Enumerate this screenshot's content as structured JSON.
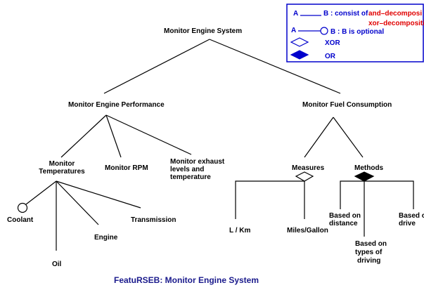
{
  "diagram": {
    "root": "Monitor Engine System",
    "performance": "Monitor Engine Performance",
    "fuel": "Monitor Fuel Consumption",
    "temperatures_line1": "Monitor",
    "temperatures_line2": "Temperatures",
    "rpm": "Monitor RPM",
    "exhaust_line1": "Monitor exhaust",
    "exhaust_line2": "levels and",
    "exhaust_line3": "temperature",
    "coolant": "Coolant",
    "oil": "Oil",
    "engine": "Engine",
    "transmission": "Transmission",
    "measures": "Measures",
    "methods": "Methods",
    "lkm": "L / Km",
    "miles": "Miles/Gallon",
    "distance_line1": "Based on",
    "distance_line2": "distance",
    "types_line1": "Based on",
    "types_line2": "types of",
    "types_line3": "driving",
    "drive_line1": "Based o",
    "drive_line2": "drive"
  },
  "legend": {
    "a1": "A",
    "consist": "B : consist of",
    "and_decomp": "and–decomposi",
    "xor_decomp": "xor–decompositi",
    "a2": "A",
    "optional": "B : B is optional",
    "xor": "XOR",
    "or": "OR"
  },
  "caption": "FeatuRSEB: Monitor Engine System",
  "colors": {
    "legend_border": "#0000cc",
    "legend_text": "#0000cc",
    "decomp_text": "#e00000",
    "caption": "#1a1a8c"
  }
}
